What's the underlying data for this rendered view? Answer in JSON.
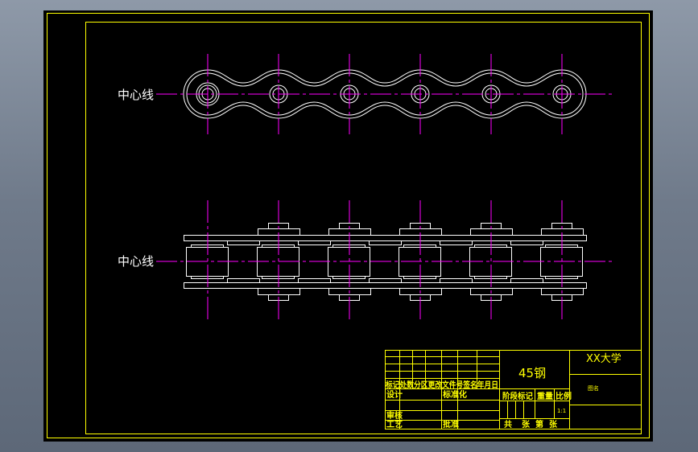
{
  "drawing": {
    "centerline_label_top": "中心线",
    "centerline_label_bottom": "中心线",
    "pin_count": 6,
    "colors": {
      "background": "#000000",
      "outline": "#ffffff",
      "centerline": "#ff00ff",
      "border": "#ffff00"
    }
  },
  "title_block": {
    "material": "45钢",
    "school": "XX大学",
    "school_sub": "图名",
    "header_row": [
      "标记",
      "处数",
      "分区",
      "更改文件号",
      "签名",
      "年月日"
    ],
    "design_label": "设计",
    "standard_label": "标准化",
    "review_label": "审核",
    "process_label": "工艺",
    "approve_label": "批准",
    "stage_mark_label": "阶段标记",
    "weight_label": "重量",
    "scale_label": "比例",
    "scale_value": "1:1",
    "sheets_total_label": "共",
    "sheets_unit_label": "张",
    "sheet_no_label": "第",
    "sheet_unit_label": "张"
  }
}
